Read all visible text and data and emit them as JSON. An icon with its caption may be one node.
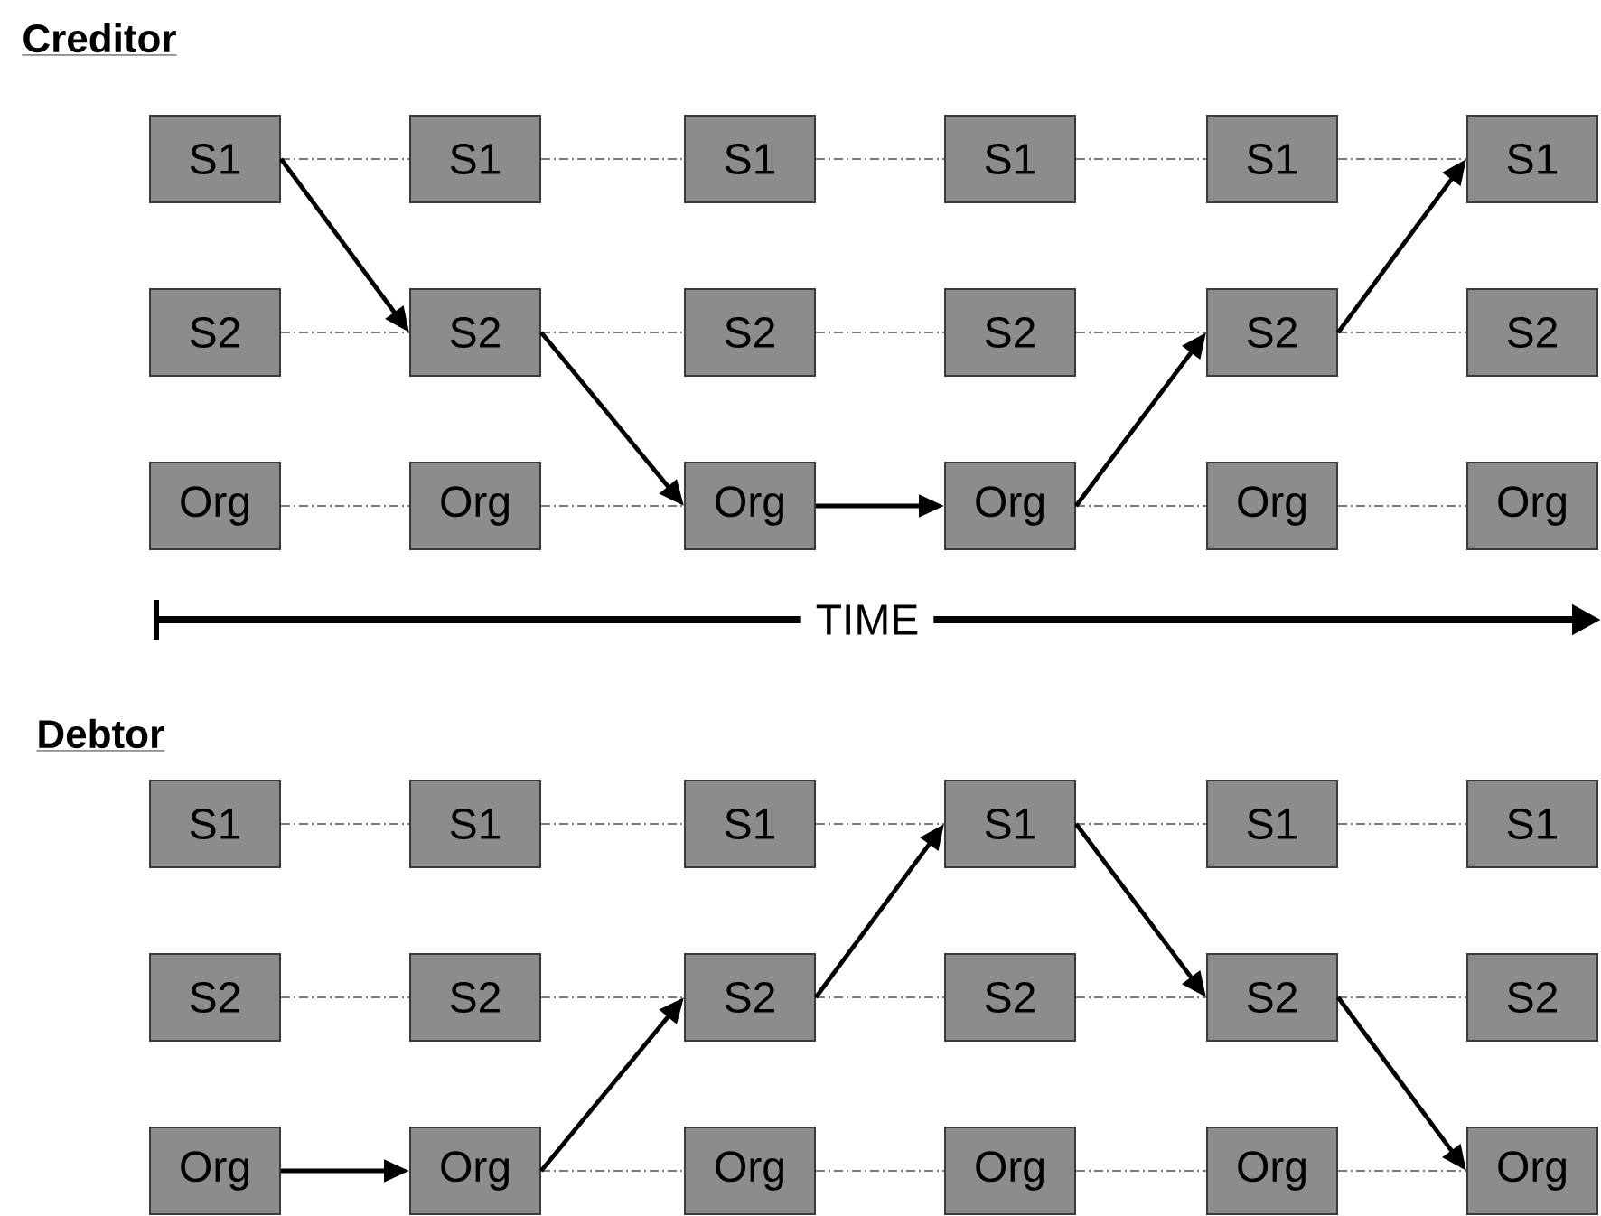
{
  "diagram": {
    "nodes": [
      {
        "text": [
          "S1"
        ]
      },
      {
        "text": [
          "S1"
        ]
      },
      {
        "text": [
          "S1"
        ]
      },
      {
        "text": [
          "S1"
        ]
      },
      {
        "text": [
          "S1"
        ]
      },
      {
        "text": [
          "S1"
        ]
      },
      {
        "text": [
          "S2"
        ]
      },
      {
        "text": [
          "S2"
        ]
      },
      {
        "text": [
          "S2"
        ]
      },
      {
        "text": [
          "S2"
        ]
      },
      {
        "text": [
          "S2"
        ]
      },
      {
        "text": [
          "S2"
        ]
      },
      {
        "text": [
          "Org"
        ]
      },
      {
        "text": [
          "Org"
        ]
      },
      {
        "text": [
          "Org"
        ]
      },
      {
        "text": [
          "Org"
        ]
      },
      {
        "text": [
          "Org"
        ]
      },
      {
        "text": [
          "Org"
        ]
      },
      {
        "text": [
          "S1"
        ]
      },
      {
        "text": [
          "S1"
        ]
      },
      {
        "text": [
          "S1"
        ]
      },
      {
        "text": [
          "S1"
        ]
      },
      {
        "text": [
          "S1"
        ]
      },
      {
        "text": [
          "S1"
        ]
      },
      {
        "text": [
          "S2"
        ]
      },
      {
        "text": [
          "S2"
        ]
      },
      {
        "text": [
          "S2"
        ]
      },
      {
        "text": [
          "S2"
        ]
      },
      {
        "text": [
          "S2"
        ]
      },
      {
        "text": [
          "S2"
        ]
      },
      {
        "text": [
          "Org"
        ]
      },
      {
        "text": [
          "Org"
        ]
      },
      {
        "text": [
          "Org"
        ]
      },
      {
        "text": [
          "Org"
        ]
      },
      {
        "text": [
          "Org"
        ]
      },
      {
        "text": [
          "Org"
        ]
      }
    ],
    "edges": [
      {
        "from": 0,
        "to": 1,
        "arrow": "none",
        "style": "dashed"
      },
      {
        "from": 1,
        "to": 2,
        "arrow": "none",
        "style": "dashed"
      },
      {
        "from": 2,
        "to": 3,
        "arrow": "none",
        "style": "dashed"
      },
      {
        "from": 3,
        "to": 4,
        "arrow": "none",
        "style": "dashed"
      },
      {
        "from": 4,
        "to": 5,
        "arrow": "none",
        "style": "dashed"
      },
      {
        "from": 6,
        "to": 7,
        "arrow": "none",
        "style": "dashed"
      },
      {
        "from": 7,
        "to": 8,
        "arrow": "none",
        "style": "dashed"
      },
      {
        "from": 8,
        "to": 9,
        "arrow": "none",
        "style": "dashed"
      },
      {
        "from": 9,
        "to": 10,
        "arrow": "none",
        "style": "dashed"
      },
      {
        "from": 10,
        "to": 11,
        "arrow": "none",
        "style": "dashed"
      },
      {
        "from": 12,
        "to": 13,
        "arrow": "none",
        "style": "dashed"
      },
      {
        "from": 13,
        "to": 14,
        "arrow": "none",
        "style": "dashed"
      },
      {
        "from": 15,
        "to": 16,
        "arrow": "none",
        "style": "dashed"
      },
      {
        "from": 16,
        "to": 17,
        "arrow": "none",
        "style": "dashed"
      },
      {
        "from": 0,
        "to": 7,
        "arrow": "to",
        "style": "thick"
      },
      {
        "from": 7,
        "to": 14,
        "arrow": "to",
        "style": "thick"
      },
      {
        "from": 14,
        "to": 15,
        "arrow": "to",
        "style": "thick"
      },
      {
        "from": 15,
        "to": 10,
        "arrow": "to",
        "style": "thick"
      },
      {
        "from": 10,
        "to": 5,
        "arrow": "to",
        "style": "thick"
      },
      {
        "from": 18,
        "to": 19,
        "arrow": "none",
        "style": "dashed"
      },
      {
        "from": 19,
        "to": 20,
        "arrow": "none",
        "style": "dashed"
      },
      {
        "from": 20,
        "to": 21,
        "arrow": "none",
        "style": "dashed"
      },
      {
        "from": 21,
        "to": 22,
        "arrow": "none",
        "style": "dashed"
      },
      {
        "from": 22,
        "to": 23,
        "arrow": "none",
        "style": "dashed"
      },
      {
        "from": 24,
        "to": 25,
        "arrow": "none",
        "style": "dashed"
      },
      {
        "from": 25,
        "to": 26,
        "arrow": "none",
        "style": "dashed"
      },
      {
        "from": 26,
        "to": 27,
        "arrow": "none",
        "style": "dashed"
      },
      {
        "from": 27,
        "to": 28,
        "arrow": "none",
        "style": "dashed"
      },
      {
        "from": 28,
        "to": 29,
        "arrow": "none",
        "style": "dashed"
      },
      {
        "from": 31,
        "to": 32,
        "arrow": "none",
        "style": "dashed"
      },
      {
        "from": 32,
        "to": 33,
        "arrow": "none",
        "style": "dashed"
      },
      {
        "from": 33,
        "to": 34,
        "arrow": "none",
        "style": "dashed"
      },
      {
        "from": 34,
        "to": 35,
        "arrow": "none",
        "style": "dashed"
      },
      {
        "from": 30,
        "to": 31,
        "arrow": "to",
        "style": "thick"
      },
      {
        "from": 31,
        "to": 26,
        "arrow": "to",
        "style": "thick"
      },
      {
        "from": 26,
        "to": 21,
        "arrow": "to",
        "style": "thick"
      },
      {
        "from": 21,
        "to": 28,
        "arrow": "to",
        "style": "thick"
      },
      {
        "from": 28,
        "to": 35,
        "arrow": "to",
        "style": "thick"
      }
    ],
    "labels": [
      "Creditor",
      "TIME",
      "Debtor"
    ]
  }
}
